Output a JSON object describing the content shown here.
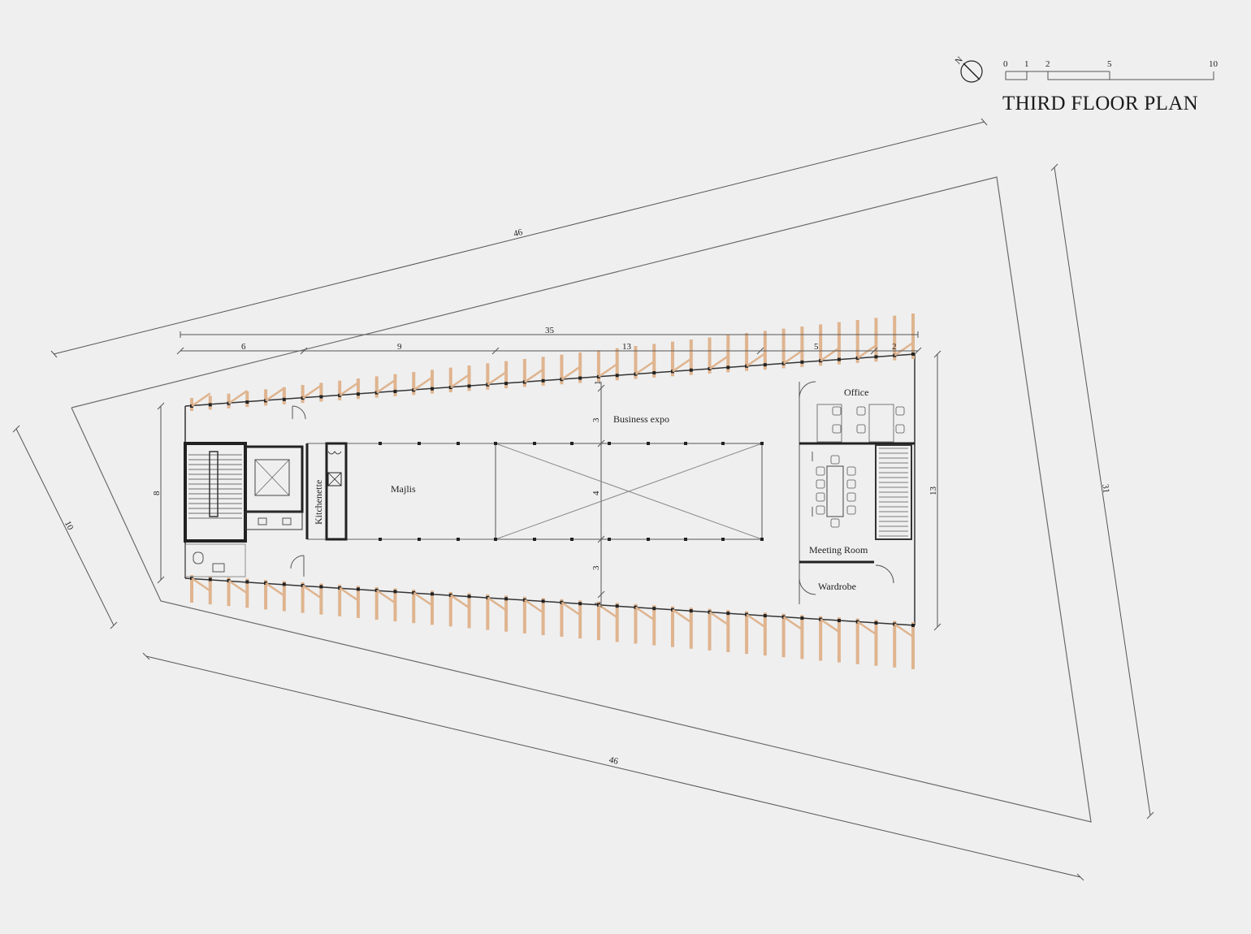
{
  "title": "THIRD FLOOR PLAN",
  "north_label": "N",
  "scale_bar": {
    "ticks": [
      "0",
      "1",
      "2",
      "5",
      "10"
    ]
  },
  "rooms": {
    "majlis": "Majlis",
    "business_expo": "Business expo",
    "kitchenette": "Kitchenette",
    "office": "Office",
    "meeting_room": "Meeting Room",
    "wardrobe": "Wardrobe"
  },
  "site_dimensions": {
    "top": "46",
    "bottom": "46",
    "left": "10",
    "right": "31"
  },
  "building_dimensions": {
    "overall_length": "35",
    "segments": [
      "6",
      "9",
      "13",
      "5",
      "2"
    ],
    "width_left": "8",
    "width_right": "13",
    "expo_widths": [
      "1",
      "3",
      "4",
      "3",
      "1"
    ]
  },
  "colors": {
    "background": "#efefef",
    "line": "#555555",
    "wall": "#222222",
    "timber": "#dfb48f"
  }
}
